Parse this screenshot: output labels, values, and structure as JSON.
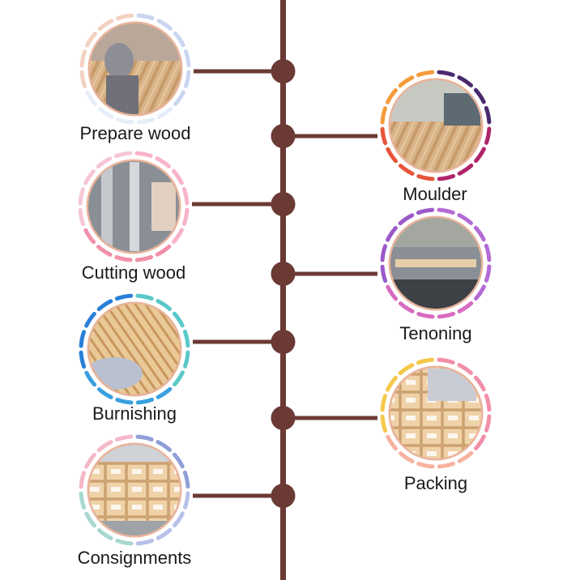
{
  "colors": {
    "trunk": "#6b3a34",
    "node": "#6b3a34",
    "photo_border": "#e8b39a"
  },
  "steps": [
    {
      "label": "Prepare wood",
      "side": "left",
      "ring": [
        "#c9d6f0",
        "#e6eefa",
        "#f3d1c0"
      ],
      "photo": "worker-sanding-wood"
    },
    {
      "label": "Moulder",
      "side": "right",
      "ring": [
        "#4a2a6e",
        "#b0246a",
        "#e8543a",
        "#f59b3a"
      ],
      "photo": "moulder-machine"
    },
    {
      "label": "Cutting wood",
      "side": "left",
      "ring": [
        "#f7b3c9",
        "#f28fa8",
        "#f6c6d6"
      ],
      "photo": "cutting-machine"
    },
    {
      "label": "Tenoning",
      "side": "right",
      "ring": [
        "#b36bd6",
        "#d86bc0",
        "#9b59c9"
      ],
      "photo": "tenoning-machine"
    },
    {
      "label": "Burnishing",
      "side": "left",
      "ring": [
        "#5ac8c8",
        "#3aa0e0",
        "#2a7fd8"
      ],
      "photo": "burnishing-sticks"
    },
    {
      "label": "Packing",
      "side": "right",
      "ring": [
        "#f28fa8",
        "#f7b3a0",
        "#f5c84a"
      ],
      "photo": "packing-boxes"
    },
    {
      "label": "Consignments",
      "side": "left",
      "ring": [
        "#8fa0d8",
        "#b7c0e8",
        "#a8d8d0",
        "#f4b8c8"
      ],
      "photo": "cartons-warehouse"
    }
  ]
}
